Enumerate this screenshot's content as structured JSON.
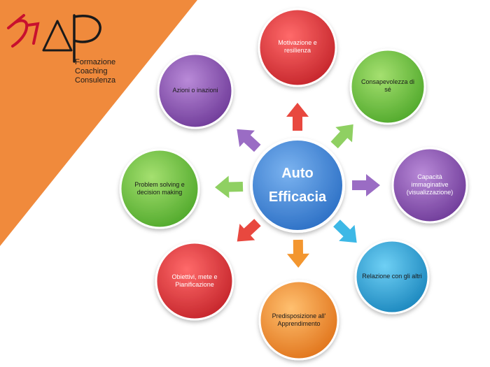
{
  "logo": {
    "mark": "hAP",
    "lines": [
      "Formazione",
      "Coaching",
      "Consulenza"
    ]
  },
  "center": {
    "line1": "Auto",
    "line2": "Efficacia"
  },
  "nodes": [
    {
      "id": "motivazione",
      "text": "Motivazione e resilienza",
      "color": "#e0393e"
    },
    {
      "id": "consapevolezza",
      "text": "Consapevolezza di sé",
      "color": "#6cc040"
    },
    {
      "id": "capacita",
      "text": "Capacità immaginative (visualizzazione)",
      "color": "#8e55b5"
    },
    {
      "id": "relazione",
      "text": "Relazione con gli altri",
      "color": "#22a5d9"
    },
    {
      "id": "predisposizione",
      "text": "Predisposizione all' Apprendimento",
      "color": "#f08a23"
    },
    {
      "id": "obiettivi",
      "text": "Obiettivi, mete e Pianificazione",
      "color": "#e0393e"
    },
    {
      "id": "problem",
      "text": "Problem solving e decision making",
      "color": "#6cc040"
    },
    {
      "id": "azioni",
      "text": "Azioni o inazioni",
      "color": "#8e55b5"
    }
  ],
  "colors": {
    "corner": "#f08a3c",
    "center": "#3d87d8"
  }
}
